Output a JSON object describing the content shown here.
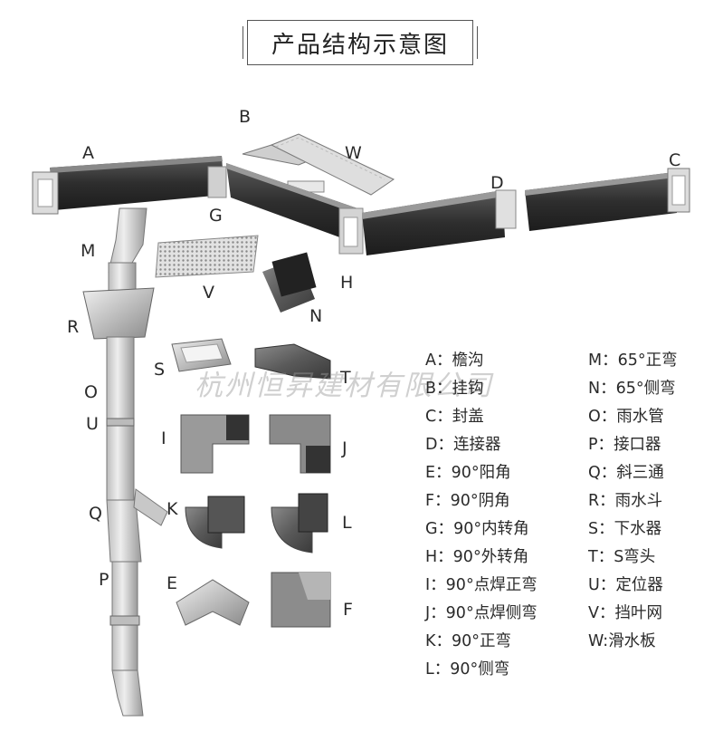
{
  "title": "产品结构示意图",
  "watermark": "杭州恒昇建材有限公司",
  "colors": {
    "gutter_dark": "#3a3a3a",
    "metal_light": "#d6d6d6",
    "text": "#2a2a2a"
  },
  "part_labels": [
    "A",
    "B",
    "W",
    "D",
    "C",
    "G",
    "M",
    "V",
    "H",
    "N",
    "R",
    "S",
    "T",
    "O",
    "U",
    "I",
    "J",
    "Q",
    "K",
    "L",
    "P",
    "E",
    "F"
  ],
  "legend_left": [
    {
      "code": "A：",
      "name": "檐沟"
    },
    {
      "code": "B：",
      "name": "挂钩"
    },
    {
      "code": "C：",
      "name": "封盖"
    },
    {
      "code": "D：",
      "name": "连接器"
    },
    {
      "code": "E：",
      "name": "90°阳角"
    },
    {
      "code": "F：",
      "name": "90°阴角"
    },
    {
      "code": "G：",
      "name": "90°内转角"
    },
    {
      "code": "H：",
      "name": "90°外转角"
    },
    {
      "code": "I：",
      "name": "90°点焊正弯"
    },
    {
      "code": "J：",
      "name": "90°点焊侧弯"
    },
    {
      "code": "K：",
      "name": "90°正弯"
    },
    {
      "code": "L：",
      "name": "90°侧弯"
    }
  ],
  "legend_right": [
    {
      "code": "M：",
      "name": "65°正弯"
    },
    {
      "code": "N：",
      "name": "65°侧弯"
    },
    {
      "code": "O：",
      "name": "雨水管"
    },
    {
      "code": "P：",
      "name": "接口器"
    },
    {
      "code": "Q：",
      "name": "斜三通"
    },
    {
      "code": "R：",
      "name": "雨水斗"
    },
    {
      "code": "S：",
      "name": "下水器"
    },
    {
      "code": "T：",
      "name": "S弯头"
    },
    {
      "code": "U：",
      "name": "定位器"
    },
    {
      "code": "V：",
      "name": "挡叶网"
    },
    {
      "code": "W:",
      "name": "滑水板"
    }
  ]
}
